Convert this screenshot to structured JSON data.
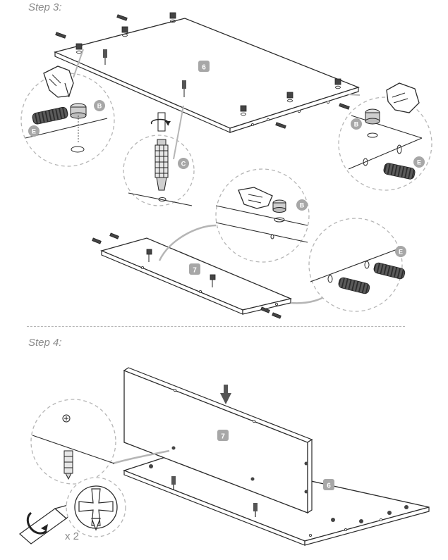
{
  "steps": [
    {
      "title": "Step 3:"
    },
    {
      "title": "Step 4:"
    }
  ],
  "labels": {
    "panel_top": "6",
    "panel_shelf": "7",
    "part_b": "B",
    "part_c": "C",
    "part_e": "E",
    "quantity": "x 2"
  },
  "colors": {
    "line": "#2a2a2a",
    "badge": "#a7a7a7",
    "dash": "#b5b5b5",
    "dowel": "#555555"
  }
}
